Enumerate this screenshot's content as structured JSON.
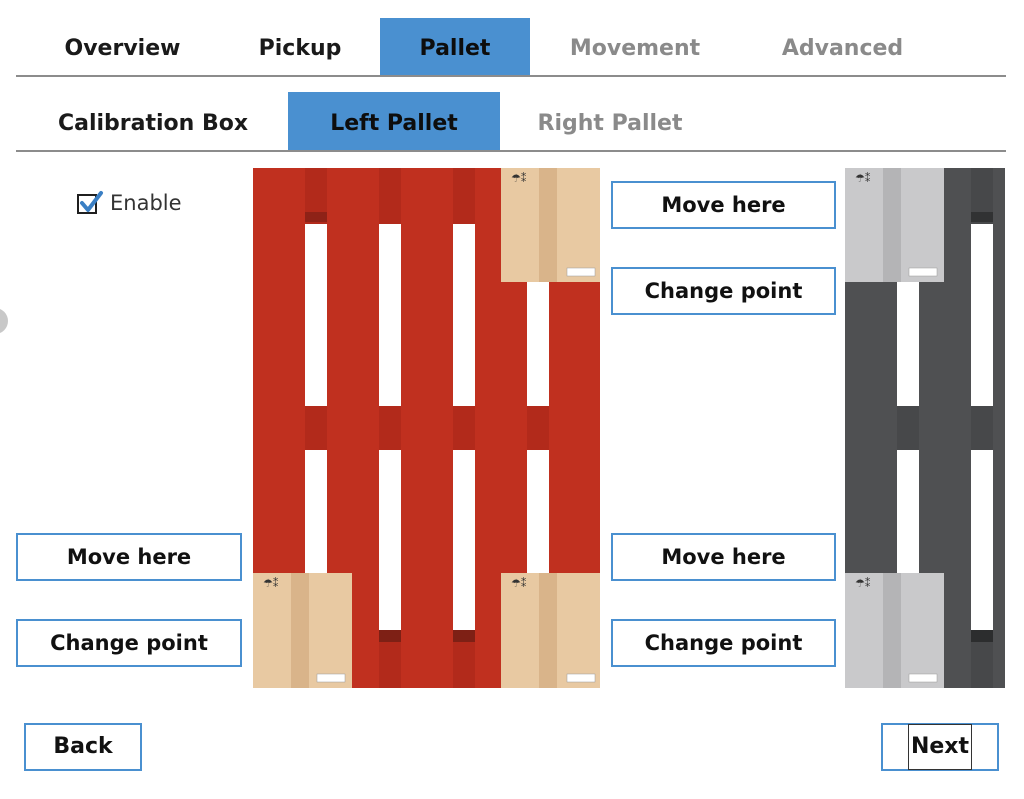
{
  "tabs": [
    {
      "label": "Overview",
      "state": "normal"
    },
    {
      "label": "Pickup",
      "state": "normal"
    },
    {
      "label": "Pallet",
      "state": "active"
    },
    {
      "label": "Movement",
      "state": "disabled"
    },
    {
      "label": "Advanced",
      "state": "disabled"
    }
  ],
  "subtabs": [
    {
      "label": "Calibration Box",
      "state": "normal"
    },
    {
      "label": "Left Pallet",
      "state": "active"
    },
    {
      "label": "Right Pallet",
      "state": "disabled"
    }
  ],
  "enable": {
    "label": "Enable",
    "checked": true
  },
  "buttons": {
    "top_right_move": "Move here",
    "top_right_change": "Change point",
    "bottom_left_move": "Move here",
    "bottom_left_change": "Change point",
    "bottom_right_move": "Move here",
    "bottom_right_change": "Change point"
  },
  "nav": {
    "back": "Back",
    "next": "Next"
  },
  "colors": {
    "accent": "#4a90d0",
    "left_pallet": "#c0301f",
    "right_pallet": "#4f5052",
    "box_active": "#e8c9a2",
    "box_inactive": "#c9c9cb"
  }
}
